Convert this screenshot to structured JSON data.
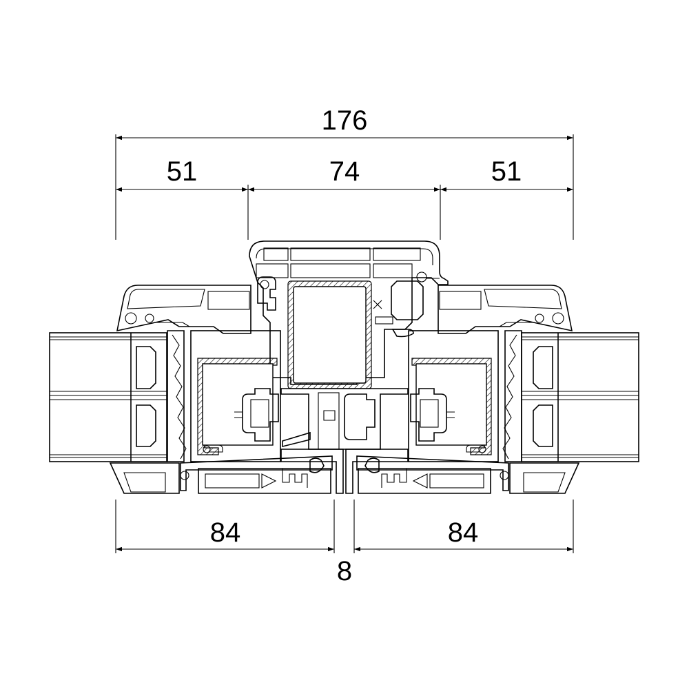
{
  "diagram": {
    "dimensions": {
      "overall": "176",
      "left_top": "51",
      "center_top": "74",
      "right_top": "51",
      "left_bottom": "84",
      "right_bottom": "84",
      "gap": "8"
    },
    "colors": {
      "line": "#000000",
      "background": "#ffffff"
    }
  }
}
